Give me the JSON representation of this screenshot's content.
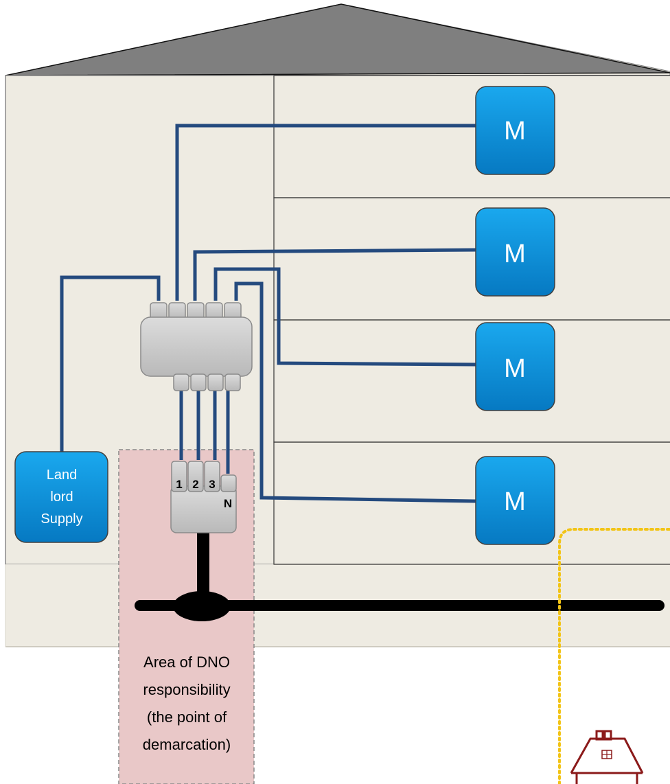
{
  "meters": [
    {
      "label": "M"
    },
    {
      "label": "M"
    },
    {
      "label": "M"
    },
    {
      "label": "M"
    }
  ],
  "landlord_supply": {
    "lines": [
      "Land",
      "lord",
      "Supply"
    ]
  },
  "cutout": {
    "phases": [
      "1",
      "2",
      "3"
    ],
    "neutral": "N"
  },
  "dno_area": {
    "lines": [
      "Area of DNO",
      "responsibility",
      "(the point of",
      "demarcation)"
    ]
  },
  "colors": {
    "building_fill": "#eeebe2",
    "roof_fill": "#7f7f7f",
    "meter_blue": "#0a95e0",
    "cable_blue": "#244a7e",
    "dno_area": "#e9c8c8",
    "service_cable": "#000000",
    "house_icon": "#8b1a1a",
    "icon_dots": "#f2c416"
  },
  "icons": {
    "house": "house-icon"
  }
}
